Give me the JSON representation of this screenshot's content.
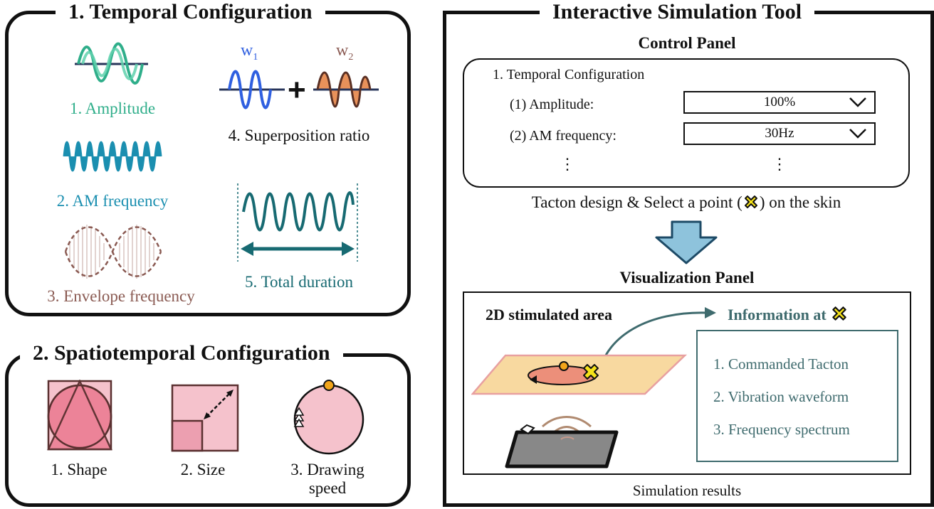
{
  "temporal": {
    "title": "1. Temporal Configuration",
    "amplitude": "1. Amplitude",
    "am_frequency": "2. AM frequency",
    "envelope_frequency": "3. Envelope frequency",
    "superposition": "4. Superposition ratio",
    "total_duration": "5. Total duration",
    "w1": "w",
    "w1_sub": "1",
    "w2": "w",
    "w2_sub": "2",
    "plus": "+"
  },
  "spatiotemporal": {
    "title": "2. Spatiotemporal Configuration",
    "shape": "1. Shape",
    "size": "2. Size",
    "drawing_speed_line1": "3. Drawing",
    "drawing_speed_line2": "speed"
  },
  "tool": {
    "title": "Interactive Simulation Tool",
    "control_panel_title": "Control Panel",
    "control": {
      "section": "1. Temporal Configuration",
      "amplitude_label": "(1) Amplitude:",
      "amplitude_value": "100%",
      "am_label": "(2) AM frequency:",
      "am_value": "30Hz",
      "ellipsis": "⋮"
    },
    "caption_before": "Tacton design & Select a point (",
    "caption_after": ") on the skin",
    "visualization_panel_title": "Visualization Panel",
    "stim_area_label": "2D stimulated area",
    "info_title": "Information at",
    "info_items": [
      "1. Commanded Tacton",
      "2. Vibration waveform",
      "3. Frequency spectrum"
    ],
    "simulation_results": "Simulation results"
  },
  "colors": {
    "amplitude": "#2fae8a",
    "am": "#1b8fb0",
    "envelope": "#8a5a52",
    "duration": "#176a72",
    "w1": "#2f5fe0",
    "w2": "#e8915a",
    "pink": "#f5c2cc",
    "pink_dark": "#ec8398",
    "orange_dot": "#f2a51a",
    "arrow_blue": "#8ec3dc",
    "info_teal": "#3f6b6e",
    "yellow_x": "#f5e21a"
  }
}
